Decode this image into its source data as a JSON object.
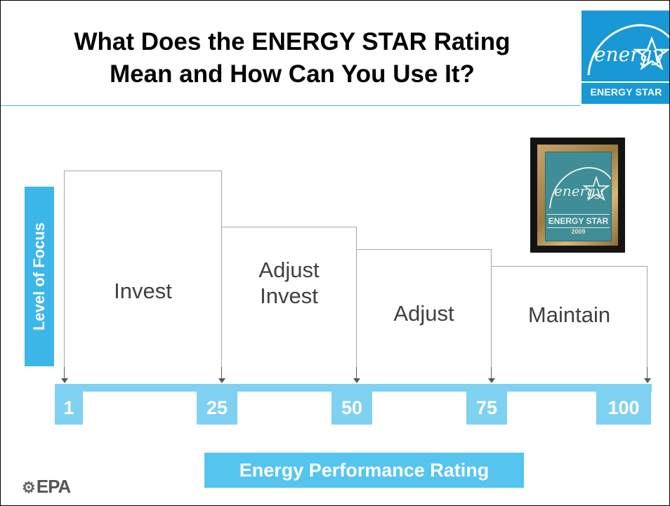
{
  "slide": {
    "title_line1": "What Does the ENERGY STAR Rating",
    "title_line2": "Mean and How Can You Use It?",
    "logo": {
      "script_text": "energy",
      "label": "ENERGY STAR",
      "color": "#1898d5",
      "icon": "energy-star-logo-icon"
    },
    "plaque": {
      "script_text": "energy",
      "label": "ENERGY STAR",
      "year": "2009",
      "icon": "energy-star-plaque-icon"
    },
    "footer_logo": {
      "mark": "⚙",
      "text": "EPA",
      "icon": "epa-logo-icon"
    }
  },
  "diagram": {
    "ylabel": "Level of Focus",
    "xlabel": "Energy Performance Rating",
    "ticks": [
      "1",
      "25",
      "50",
      "75",
      "100"
    ],
    "stages": [
      {
        "label_line1": "Invest",
        "label_line2": "",
        "from": "1",
        "to": "25"
      },
      {
        "label_line1": "Adjust",
        "label_line2": "Invest",
        "from": "25",
        "to": "50"
      },
      {
        "label_line1": "Adjust",
        "label_line2": "",
        "from": "50",
        "to": "75"
      },
      {
        "label_line1": "Maintain",
        "label_line2": "",
        "from": "75",
        "to": "100"
      }
    ],
    "accent_color": "#3db7ea"
  }
}
